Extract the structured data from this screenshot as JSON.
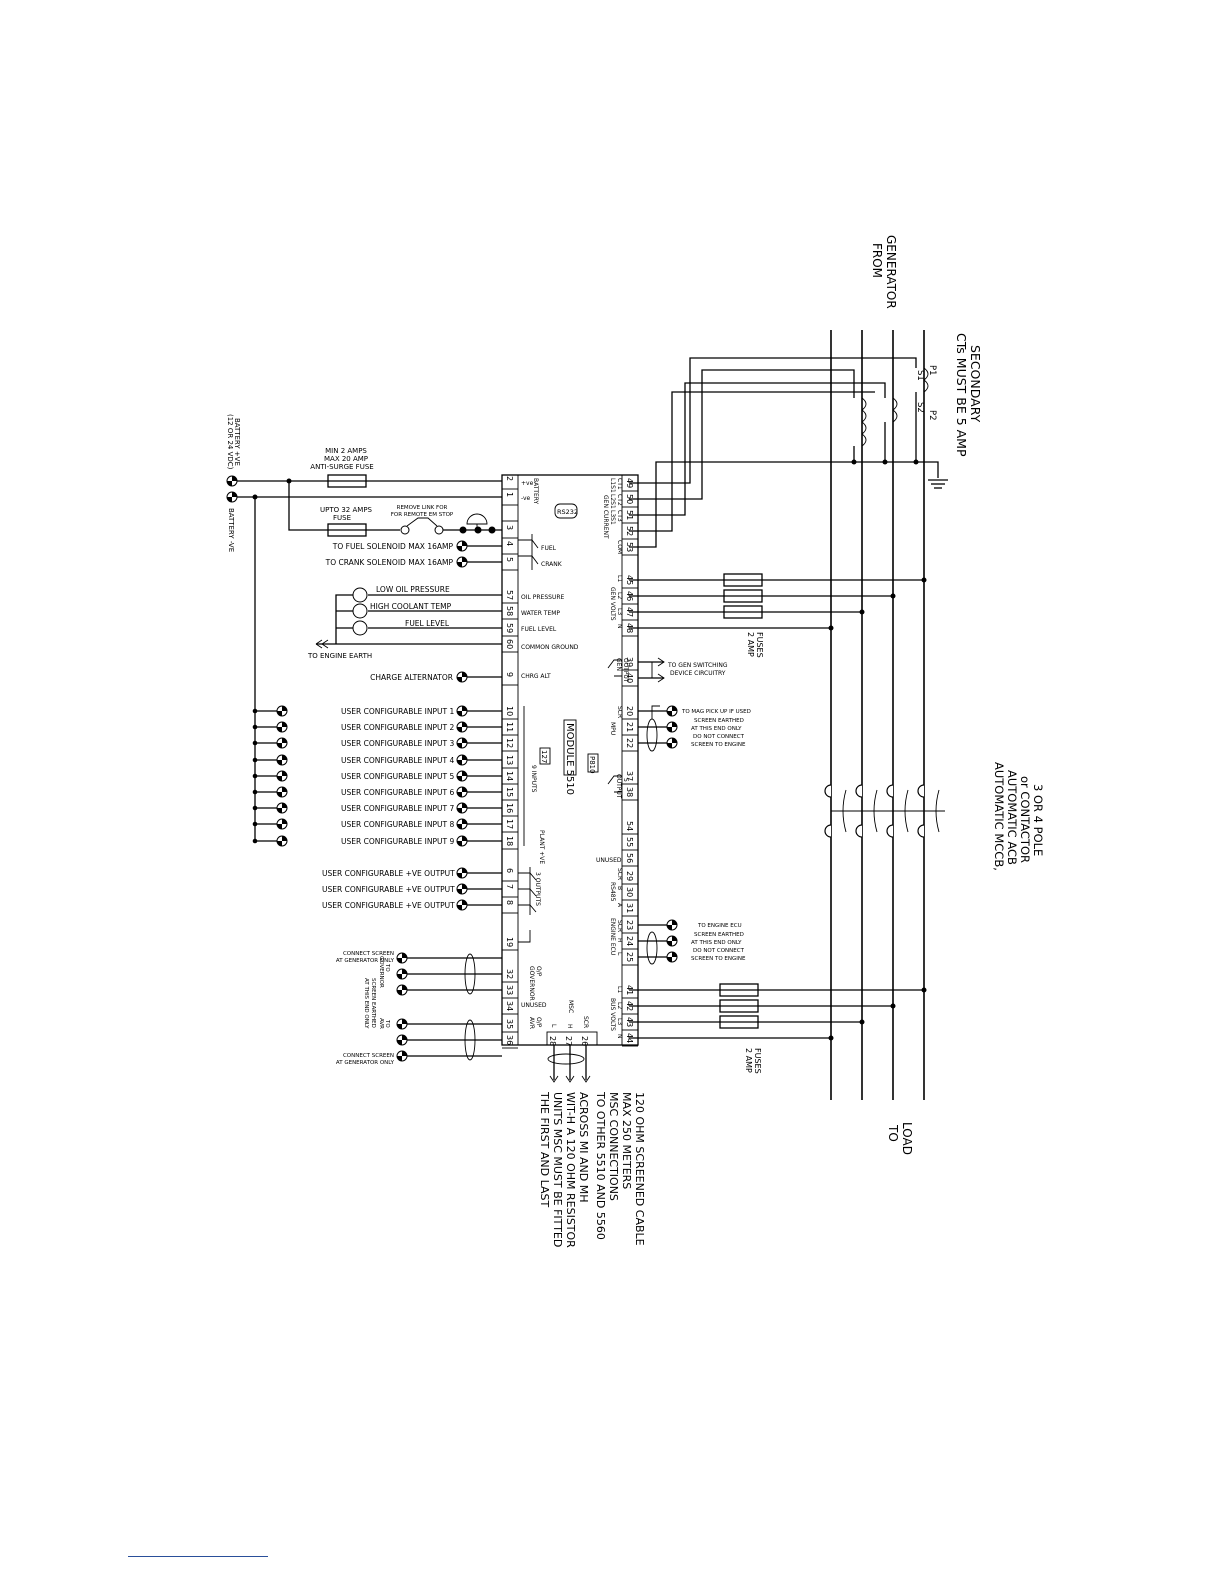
{
  "module": {
    "name": "MODULE 5510",
    "p810": "P810",
    "p127": "127",
    "rs232": "RS232"
  },
  "top": {
    "from_generator": [
      "FROM",
      "GENERATOR"
    ],
    "ct_note": [
      "CTs MUST BE 5 AMP",
      "SECONDARY"
    ],
    "ct_labels": [
      "P1",
      "S1",
      "S2",
      "P2"
    ],
    "breaker": [
      "AUTOMATIC MCCB,",
      "AUTOMATIC ACB",
      "or CONTACTOR",
      "3 OR 4 POLE"
    ],
    "to_load": [
      "TO",
      "LOAD"
    ]
  },
  "left": {
    "battery_pos": [
      "BATTERY +VE",
      "(12 OR 24 VDC)"
    ],
    "battery_neg": "BATTERY -VE",
    "fuse1": [
      "MIN 2 AMPS",
      "MAX 20 AMP",
      "ANTI-SURGE FUSE"
    ],
    "fuse2": [
      "UPTO 32 AMPS",
      "FUSE"
    ],
    "em_stop": [
      "REMOVE LINK FOR",
      "FOR REMOTE EM STOP"
    ],
    "fuel_sol": "TO FUEL SOLENOID MAX 16AMP",
    "crank_sol": "TO CRANK SOLENOID MAX 16AMP",
    "low_oil": "LOW OIL PRESSURE",
    "coolant": "HIGH COOLANT TEMP",
    "fuel_level": "FUEL LEVEL",
    "engine_earth": "TO ENGINE EARTH",
    "charge_alt": "CHARGE ALTERNATOR",
    "inputs": [
      "USER CONFIGURABLE INPUT 1",
      "USER CONFIGURABLE INPUT 2",
      "USER CONFIGURABLE INPUT 3",
      "USER CONFIGURABLE INPUT 4",
      "USER CONFIGURABLE INPUT 5",
      "USER CONFIGURABLE INPUT 6",
      "USER CONFIGURABLE INPUT 7",
      "USER CONFIGURABLE INPUT 8",
      "USER CONFIGURABLE INPUT 9"
    ],
    "outputs": [
      "USER CONFIGURABLE +VE OUTPUT",
      "USER CONFIGURABLE +VE OUTPUT",
      "USER CONFIGURABLE +VE OUTPUT"
    ],
    "connect_screen_1": [
      "CONNECT SCREEN",
      "AT GENERATOR ONLY"
    ],
    "connect_screen_2": [
      "CONNECT SCREEN",
      "AT GENERATOR ONLY"
    ],
    "to_governor": [
      "TO",
      "GOVERNOR"
    ],
    "to_avr": [
      "TO",
      "AVR"
    ],
    "screen_earthed": [
      "SCREEN EARTHED",
      "AT THIS END ONLY"
    ]
  },
  "terminals_left": [
    "2",
    "1",
    "",
    "3",
    "4",
    "5",
    "57",
    "58",
    "59",
    "60",
    "9",
    "10",
    "11",
    "12",
    "13",
    "14",
    "15",
    "16",
    "17",
    "18",
    "6",
    "7",
    "8",
    "19",
    "32",
    "33",
    "34",
    "35",
    "36"
  ],
  "terminals_right": [
    "49",
    "50",
    "51",
    "52",
    "53",
    "45",
    "46",
    "47",
    "48",
    "39",
    "40",
    "20",
    "21",
    "22",
    "37",
    "38",
    "54",
    "55",
    "56",
    "29",
    "30",
    "31",
    "23",
    "24",
    "25",
    "41",
    "42",
    "43",
    "44"
  ],
  "terminals_bottom": [
    "26",
    "27",
    "28"
  ],
  "inner_left": {
    "battery": "BATTERY",
    "bplus": "+ve",
    "bminus": "-ve",
    "fuel": "FUEL",
    "crank": "CRANK",
    "oil": "OIL PRESSURE",
    "water": "WATER TEMP",
    "fuel_lvl": "FUEL LEVEL",
    "common": "COMMON GROUND",
    "chrg": "CHRG ALT",
    "inputs9": "9 INPUTS",
    "plant": "PLANT +VE",
    "outputs3": "3 OUTPUTS",
    "gov": [
      "GOVERNOR",
      "O/P"
    ],
    "unused": "UNUSED",
    "avr": [
      "AVR",
      "O/P"
    ]
  },
  "inner_right": {
    "ct": [
      "CT1",
      "CT2",
      "CT3",
      "COM"
    ],
    "lsi": [
      "L1S1",
      "L2S1",
      "L3S1"
    ],
    "gen_current": "GEN CURRENT",
    "gen_phases": [
      "L1",
      "L2",
      "L3",
      "N"
    ],
    "gen_volts": "GEN VOLTS",
    "gen_output": [
      "GEN",
      "OUTPUT"
    ],
    "scr": "SCR",
    "mpu": "MPU",
    "output5": [
      "OUTPUT",
      "5"
    ],
    "unused": "UNUSED",
    "rs485": "RS485",
    "ab": [
      "A",
      "B"
    ],
    "engine_ecu": "ENGINE ECU",
    "hl": [
      "H",
      "L"
    ],
    "bus_phases": [
      "L1",
      "L2",
      "L3",
      "N"
    ],
    "bus_volts": "BUS VOLTS",
    "msc": "MSC",
    "msc_pins": [
      "SCR",
      "H",
      "L"
    ]
  },
  "right": {
    "fuses1": [
      "2 AMP",
      "FUSES"
    ],
    "fuses2": [
      "2 AMP",
      "FUSES"
    ],
    "gen_switching": [
      "TO GEN SWITCHING",
      "DEVICE CIRCUITRY"
    ],
    "mag_pickup": [
      "TO MAG PICK UP IF USED",
      "SCREEN EARTHED",
      "AT THIS END ONLY",
      "DO NOT CONNECT",
      "SCREEN TO ENGINE"
    ],
    "engine_ecu": [
      "TO ENGINE ECU",
      "SCREEN EARTHED",
      "AT THIS END ONLY",
      "DO NOT CONNECT",
      "SCREEN TO ENGINE"
    ]
  },
  "bottom": {
    "msc_note": [
      "TO OTHER 5510 AND 5560",
      "MSC CONNECTIONS",
      "MAX 250 METERS",
      "120 OHM SCREENED CABLE"
    ],
    "resistor_note": [
      "THE FIRST AND LAST",
      "UNITS MSC MUST BE FITTED",
      "WIT-H A 120 OHM RESISTOR",
      "ACROSS MI AND MH"
    ]
  }
}
